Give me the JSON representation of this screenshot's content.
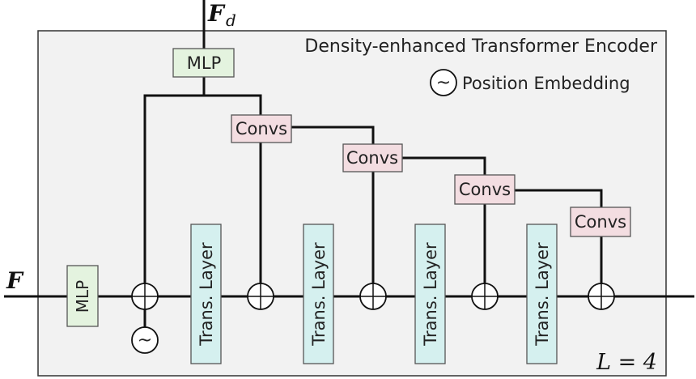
{
  "encoder": {
    "title": "Density-enhanced Transformer Encoder",
    "legend_symbol": "~",
    "legend_label": "Position Embedding",
    "layers_label": "L = 4"
  },
  "io": {
    "input": "F",
    "output": "F",
    "output_sub": "d"
  },
  "blocks": {
    "mlp_input": "MLP",
    "mlp_output": "MLP",
    "trans_layer": "Trans. Layer",
    "convs": "Convs",
    "pos_embed_symbol": "~"
  },
  "colors": {
    "encoder_bg": "#f2f2f2",
    "mlp_fill": "#e4f3df",
    "convs_fill": "#f3dde1",
    "trans_fill": "#d5f0ef"
  }
}
